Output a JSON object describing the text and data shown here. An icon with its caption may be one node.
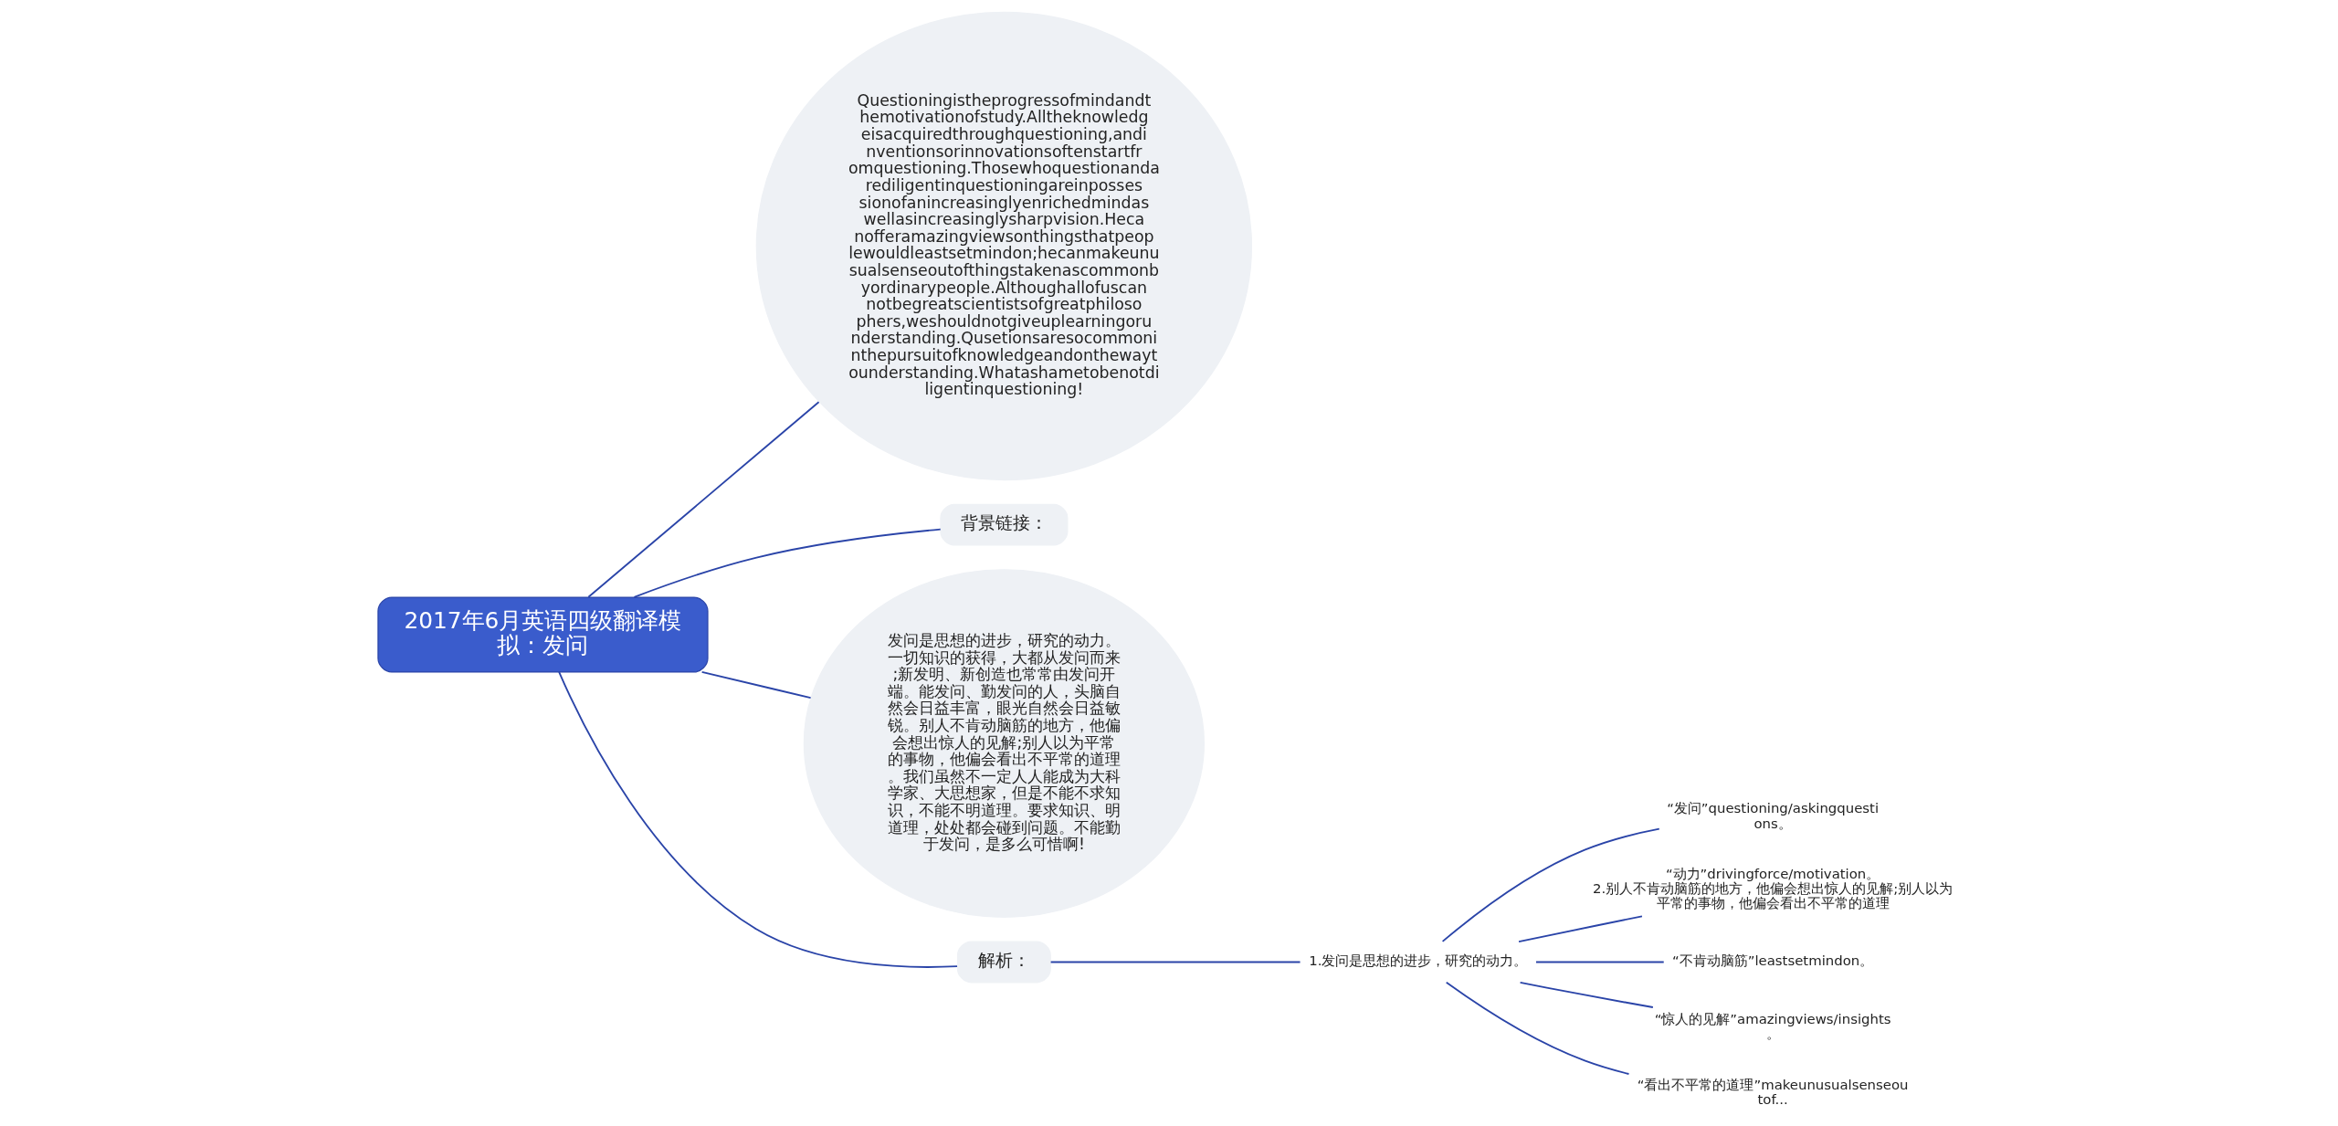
{
  "diagram": {
    "nodes": [
      {
        "text": [
          "2017年6月英语四级翻译模拟：发问"
        ]
      },
      {
        "text": [
          "Questioningistheprogressofmindandthemotivationofstudy.Alltheknowledgeisacquiredthroughquestioning,andinventionsorinnovationsoftenstartfromquestioning.Thosewhoquestionandarediligentinquestioningareinpossessionofanincreasinglyenrichedmindaswellasincreasinglysharpvision.Hecanofferamazingviewsonthingsthatpeoplewouldleastsetmindon;hecanmakeunusualsenseoutofthingstakenascommonbyordinarypeople.Althoughallofuscannotbegreatscientistsofgreatphilosophers,weshouldnotgiveuplearningorunderstanding.Qusetionsaresocommoninthepursuitofknowledgeandonthewaytounderstanding.Whatashametobenotdiligentinquestioning!"
        ]
      },
      {
        "text": [
          "背景链接："
        ]
      },
      {
        "text": [
          "发问是思想的进步，研究的动力。一切知识的获得，大都从发问而来;新发明、新创造也常常由发问开端。能发问、勤发问的人，头脑自然会日益丰富，眼光自然会日益敏锐。别人不肯动脑筋的地方，他偏会想出惊人的见解;别人以为平常的事物，他偏会看出不平常的道理。我们虽然不一定人人能成为大科学家、大思想家，但是不能不求知识，不能不明道理。要求知识、明道理，处处都会碰到问题。不能勤于发问，是多么可惜啊!"
        ]
      },
      {
        "text": [
          "解析："
        ]
      },
      {
        "text": [
          "1.发问是思想的进步，研究的动力。"
        ]
      },
      {
        "text": [
          "“发问”questioning/askingquestions。"
        ]
      },
      {
        "text": [
          "“动力”drivingforce/motivation。2.别人不肯动脑筋的地方，他偏会想出惊人的见解;别人以为平常的事物，他偏会看出不平常的道理"
        ]
      },
      {
        "text": [
          "“不肯动脑筋”leastsetmindon。"
        ]
      },
      {
        "text": [
          "“惊人的见解”amazingviews/insights。"
        ]
      },
      {
        "text": [
          "“看出不平常的道理”makeunusualsenseoutof..."
        ]
      }
    ],
    "edges": [
      {
        "from": 0,
        "to": 1,
        "arrow": "none"
      },
      {
        "from": 0,
        "to": 3,
        "arrow": "none"
      },
      {
        "from": 0,
        "to": 2,
        "arrow": "none"
      },
      {
        "from": 0,
        "to": 4,
        "arrow": "none"
      },
      {
        "from": 4,
        "to": 5,
        "arrow": "none"
      },
      {
        "from": 5,
        "to": 6,
        "arrow": "none"
      },
      {
        "from": 5,
        "to": 7,
        "arrow": "none"
      },
      {
        "from": 5,
        "to": 8,
        "arrow": "none"
      },
      {
        "from": 5,
        "to": 9,
        "arrow": "none"
      },
      {
        "from": 5,
        "to": 10,
        "arrow": "none"
      }
    ]
  }
}
